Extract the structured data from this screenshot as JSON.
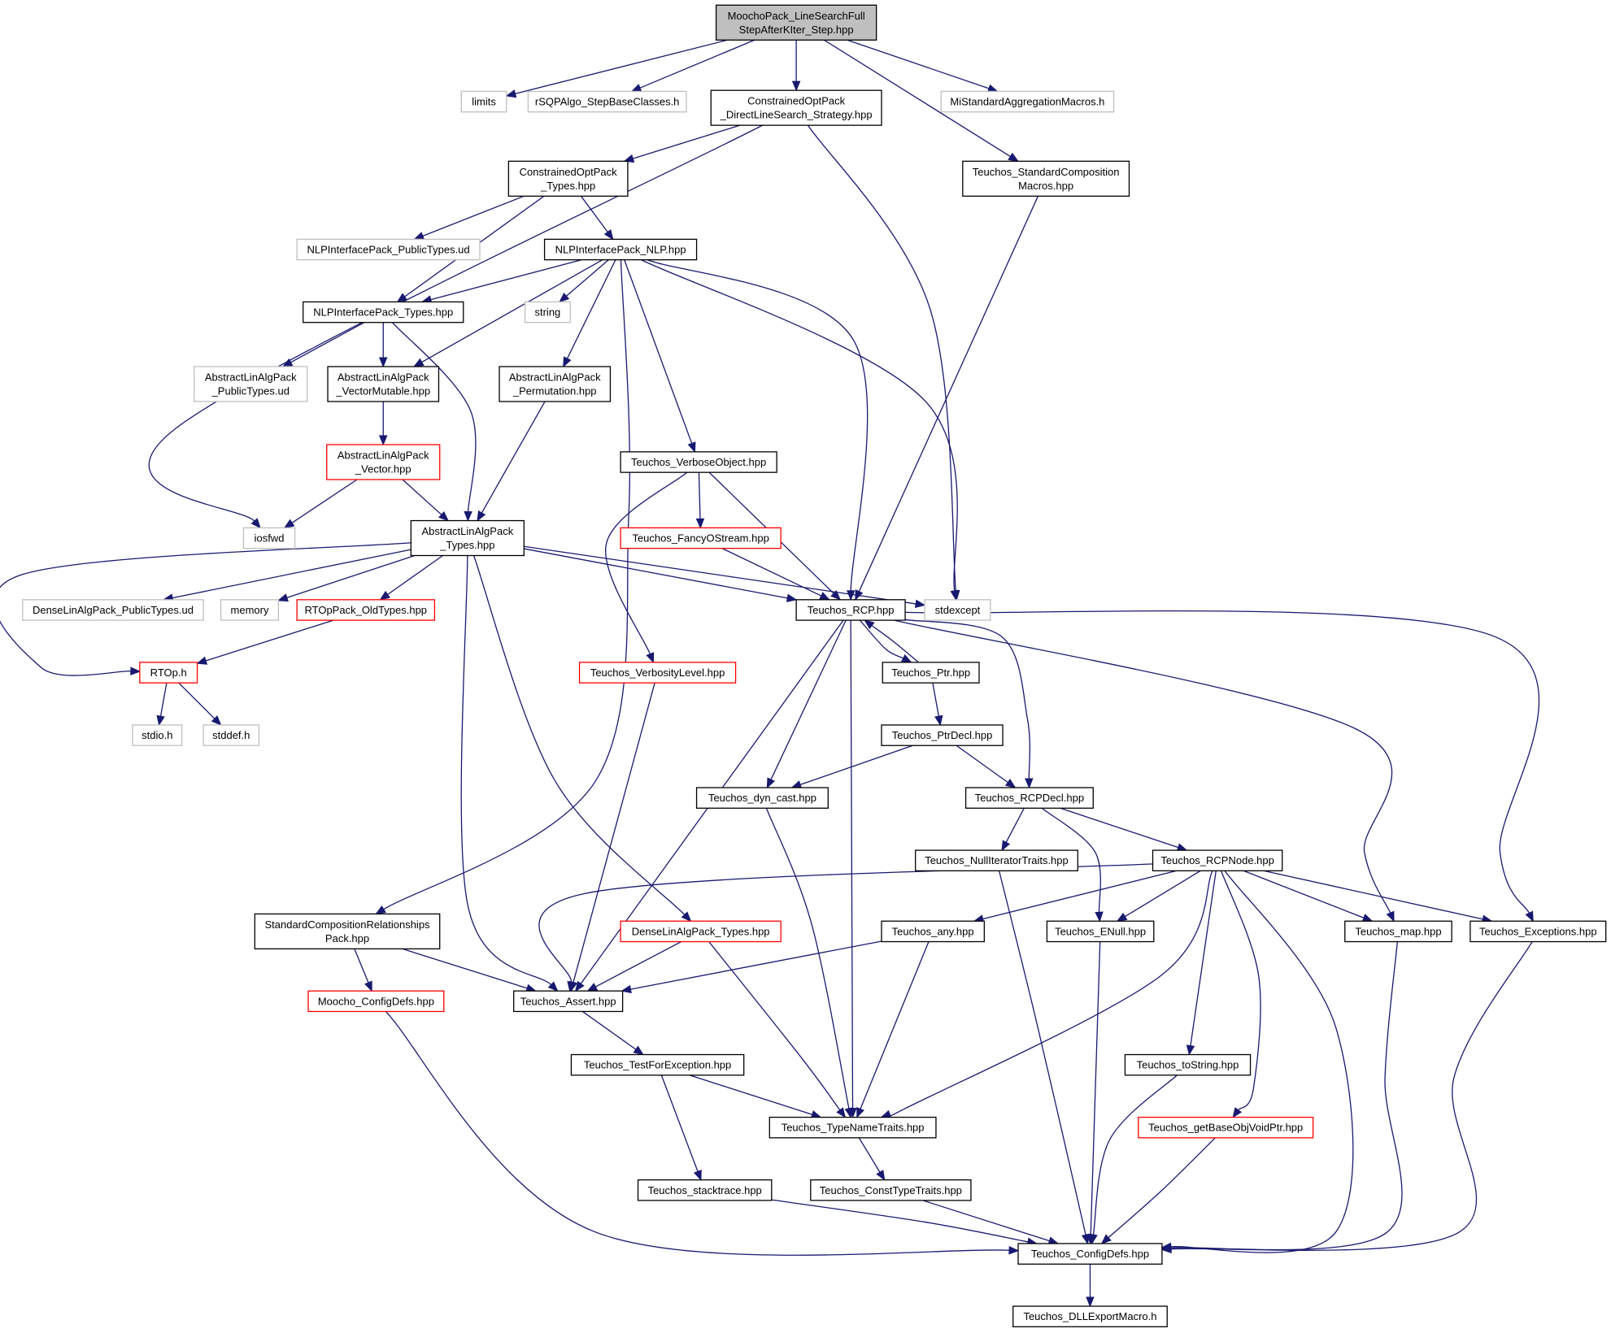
{
  "diagram": {
    "colors": {
      "edge": "#191970",
      "normal_border": "#000000",
      "external_border": "#bfbfbf",
      "truncated_border": "#ff0000",
      "root_fill": "#bfbfbf"
    },
    "nodes": [
      {
        "id": "root",
        "lines": [
          "MoochoPack_LineSearchFull",
          "StepAfterKIter_Step.hpp"
        ],
        "kind": "root"
      },
      {
        "id": "limits",
        "lines": [
          "limits"
        ],
        "kind": "external"
      },
      {
        "id": "rsqp",
        "lines": [
          "rSQPAlgo_StepBaseClasses.h"
        ],
        "kind": "external"
      },
      {
        "id": "codls",
        "lines": [
          "ConstrainedOptPack",
          "_DirectLineSearch_Strategy.hpp"
        ],
        "kind": "normal"
      },
      {
        "id": "mistd",
        "lines": [
          "MiStandardAggregationMacros.h"
        ],
        "kind": "external"
      },
      {
        "id": "teuscm",
        "lines": [
          "Teuchos_StandardComposition",
          "Macros.hpp"
        ],
        "kind": "normal"
      },
      {
        "id": "cotypes",
        "lines": [
          "ConstrainedOptPack",
          "_Types.hpp"
        ],
        "kind": "normal"
      },
      {
        "id": "nlpud",
        "lines": [
          "NLPInterfacePack_PublicTypes.ud"
        ],
        "kind": "external"
      },
      {
        "id": "nlpnlp",
        "lines": [
          "NLPInterfacePack_NLP.hpp"
        ],
        "kind": "normal"
      },
      {
        "id": "nlptypes",
        "lines": [
          "NLPInterfacePack_Types.hpp"
        ],
        "kind": "normal"
      },
      {
        "id": "string",
        "lines": [
          "string"
        ],
        "kind": "external"
      },
      {
        "id": "alaud",
        "lines": [
          "AbstractLinAlgPack",
          "_PublicTypes.ud"
        ],
        "kind": "external"
      },
      {
        "id": "alavm",
        "lines": [
          "AbstractLinAlgPack",
          "_VectorMutable.hpp"
        ],
        "kind": "normal"
      },
      {
        "id": "alaperm",
        "lines": [
          "AbstractLinAlgPack",
          "_Permutation.hpp"
        ],
        "kind": "normal"
      },
      {
        "id": "alavec",
        "lines": [
          "AbstractLinAlgPack",
          "_Vector.hpp"
        ],
        "kind": "truncated"
      },
      {
        "id": "verbobj",
        "lines": [
          "Teuchos_VerboseObject.hpp"
        ],
        "kind": "normal"
      },
      {
        "id": "iosfwd",
        "lines": [
          "iosfwd"
        ],
        "kind": "external"
      },
      {
        "id": "alatypes",
        "lines": [
          "AbstractLinAlgPack",
          "_Types.hpp"
        ],
        "kind": "normal"
      },
      {
        "id": "fancy",
        "lines": [
          "Teuchos_FancyOStream.hpp"
        ],
        "kind": "truncated"
      },
      {
        "id": "dlaud",
        "lines": [
          "DenseLinAlgPack_PublicTypes.ud"
        ],
        "kind": "external"
      },
      {
        "id": "memory",
        "lines": [
          "memory"
        ],
        "kind": "external"
      },
      {
        "id": "rtopold",
        "lines": [
          "RTOpPack_OldTypes.hpp"
        ],
        "kind": "truncated"
      },
      {
        "id": "rcp",
        "lines": [
          "Teuchos_RCP.hpp"
        ],
        "kind": "normal"
      },
      {
        "id": "stdexcept",
        "lines": [
          "stdexcept"
        ],
        "kind": "external"
      },
      {
        "id": "rtoph",
        "lines": [
          "RTOp.h"
        ],
        "kind": "truncated"
      },
      {
        "id": "verblvl",
        "lines": [
          "Teuchos_VerbosityLevel.hpp"
        ],
        "kind": "truncated"
      },
      {
        "id": "ptr",
        "lines": [
          "Teuchos_Ptr.hpp"
        ],
        "kind": "normal"
      },
      {
        "id": "stdio",
        "lines": [
          "stdio.h"
        ],
        "kind": "external"
      },
      {
        "id": "stddef",
        "lines": [
          "stddef.h"
        ],
        "kind": "external"
      },
      {
        "id": "ptrdecl",
        "lines": [
          "Teuchos_PtrDecl.hpp"
        ],
        "kind": "normal"
      },
      {
        "id": "dyncast",
        "lines": [
          "Teuchos_dyn_cast.hpp"
        ],
        "kind": "normal"
      },
      {
        "id": "rcpdecl",
        "lines": [
          "Teuchos_RCPDecl.hpp"
        ],
        "kind": "normal"
      },
      {
        "id": "nullit",
        "lines": [
          "Teuchos_NullIteratorTraits.hpp"
        ],
        "kind": "normal"
      },
      {
        "id": "rcpnode",
        "lines": [
          "Teuchos_RCPNode.hpp"
        ],
        "kind": "normal"
      },
      {
        "id": "scrp",
        "lines": [
          "StandardCompositionRelationships",
          "Pack.hpp"
        ],
        "kind": "normal"
      },
      {
        "id": "dlatypes",
        "lines": [
          "DenseLinAlgPack_Types.hpp"
        ],
        "kind": "truncated"
      },
      {
        "id": "any",
        "lines": [
          "Teuchos_any.hpp"
        ],
        "kind": "normal"
      },
      {
        "id": "enull",
        "lines": [
          "Teuchos_ENull.hpp"
        ],
        "kind": "normal"
      },
      {
        "id": "map",
        "lines": [
          "Teuchos_map.hpp"
        ],
        "kind": "normal"
      },
      {
        "id": "exceptions",
        "lines": [
          "Teuchos_Exceptions.hpp"
        ],
        "kind": "normal"
      },
      {
        "id": "moochocfg",
        "lines": [
          "Moocho_ConfigDefs.hpp"
        ],
        "kind": "truncated"
      },
      {
        "id": "assert",
        "lines": [
          "Teuchos_Assert.hpp"
        ],
        "kind": "normal"
      },
      {
        "id": "testexc",
        "lines": [
          "Teuchos_TestForException.hpp"
        ],
        "kind": "normal"
      },
      {
        "id": "tostring",
        "lines": [
          "Teuchos_toString.hpp"
        ],
        "kind": "normal"
      },
      {
        "id": "typename",
        "lines": [
          "Teuchos_TypeNameTraits.hpp"
        ],
        "kind": "normal"
      },
      {
        "id": "getbase",
        "lines": [
          "Teuchos_getBaseObjVoidPtr.hpp"
        ],
        "kind": "truncated"
      },
      {
        "id": "stacktrace",
        "lines": [
          "Teuchos_stacktrace.hpp"
        ],
        "kind": "normal"
      },
      {
        "id": "consttype",
        "lines": [
          "Teuchos_ConstTypeTraits.hpp"
        ],
        "kind": "normal"
      },
      {
        "id": "configdefs",
        "lines": [
          "Teuchos_ConfigDefs.hpp"
        ],
        "kind": "normal"
      },
      {
        "id": "dllexport",
        "lines": [
          "Teuchos_DLLExportMacro.h"
        ],
        "kind": "normal"
      }
    ],
    "edges": [
      [
        "root",
        "limits"
      ],
      [
        "root",
        "rsqp"
      ],
      [
        "root",
        "codls"
      ],
      [
        "root",
        "mistd"
      ],
      [
        "root",
        "teuscm"
      ],
      [
        "codls",
        "cotypes"
      ],
      [
        "codls",
        "iosfwd"
      ],
      [
        "codls",
        "stdexcept"
      ],
      [
        "teuscm",
        "rcp"
      ],
      [
        "cotypes",
        "nlpud"
      ],
      [
        "cotypes",
        "nlpnlp"
      ],
      [
        "cotypes",
        "nlptypes"
      ],
      [
        "nlpnlp",
        "nlptypes"
      ],
      [
        "nlpnlp",
        "string"
      ],
      [
        "nlpnlp",
        "alavm"
      ],
      [
        "nlpnlp",
        "alaperm"
      ],
      [
        "nlpnlp",
        "verbobj"
      ],
      [
        "nlpnlp",
        "rcp"
      ],
      [
        "nlpnlp",
        "stdexcept"
      ],
      [
        "nlpnlp",
        "scrp"
      ],
      [
        "nlptypes",
        "alaud"
      ],
      [
        "nlptypes",
        "alavm"
      ],
      [
        "nlptypes",
        "alatypes"
      ],
      [
        "alavm",
        "alavec"
      ],
      [
        "alaperm",
        "alatypes"
      ],
      [
        "alavec",
        "iosfwd"
      ],
      [
        "alavec",
        "alatypes"
      ],
      [
        "verbobj",
        "fancy"
      ],
      [
        "verbobj",
        "verblvl"
      ],
      [
        "verbobj",
        "rcp"
      ],
      [
        "fancy",
        "rcp"
      ],
      [
        "alatypes",
        "dlaud"
      ],
      [
        "alatypes",
        "memory"
      ],
      [
        "alatypes",
        "rtopold"
      ],
      [
        "alatypes",
        "rtoph"
      ],
      [
        "alatypes",
        "rcp"
      ],
      [
        "alatypes",
        "stdexcept"
      ],
      [
        "alatypes",
        "dlatypes"
      ],
      [
        "alatypes",
        "assert"
      ],
      [
        "rtopold",
        "rtoph"
      ],
      [
        "rtoph",
        "stdio"
      ],
      [
        "rtoph",
        "stddef"
      ],
      [
        "rcp",
        "ptr"
      ],
      [
        "rcp",
        "dyncast"
      ],
      [
        "rcp",
        "rcpdecl"
      ],
      [
        "rcp",
        "assert"
      ],
      [
        "rcp",
        "typename"
      ],
      [
        "rcp",
        "map"
      ],
      [
        "rcp",
        "exceptions"
      ],
      [
        "ptr",
        "rcp"
      ],
      [
        "ptr",
        "ptrdecl"
      ],
      [
        "ptrdecl",
        "dyncast"
      ],
      [
        "ptrdecl",
        "rcpdecl"
      ],
      [
        "verblvl",
        "assert"
      ],
      [
        "dyncast",
        "typename"
      ],
      [
        "rcpdecl",
        "nullit"
      ],
      [
        "rcpdecl",
        "enull"
      ],
      [
        "rcpdecl",
        "rcpnode"
      ],
      [
        "nullit",
        "configdefs"
      ],
      [
        "rcpnode",
        "assert"
      ],
      [
        "rcpnode",
        "any"
      ],
      [
        "rcpnode",
        "enull"
      ],
      [
        "rcpnode",
        "map"
      ],
      [
        "rcpnode",
        "exceptions"
      ],
      [
        "rcpnode",
        "typename"
      ],
      [
        "rcpnode",
        "tostring"
      ],
      [
        "rcpnode",
        "getbase"
      ],
      [
        "rcpnode",
        "configdefs"
      ],
      [
        "scrp",
        "moochocfg"
      ],
      [
        "scrp",
        "assert"
      ],
      [
        "dlatypes",
        "assert"
      ],
      [
        "dlatypes",
        "typename"
      ],
      [
        "any",
        "assert"
      ],
      [
        "any",
        "typename"
      ],
      [
        "enull",
        "configdefs"
      ],
      [
        "map",
        "configdefs"
      ],
      [
        "exceptions",
        "configdefs"
      ],
      [
        "moochocfg",
        "configdefs"
      ],
      [
        "assert",
        "testexc"
      ],
      [
        "testexc",
        "typename"
      ],
      [
        "testexc",
        "stacktrace"
      ],
      [
        "tostring",
        "configdefs"
      ],
      [
        "typename",
        "consttype"
      ],
      [
        "getbase",
        "configdefs"
      ],
      [
        "stacktrace",
        "configdefs"
      ],
      [
        "consttype",
        "configdefs"
      ],
      [
        "configdefs",
        "dllexport"
      ]
    ]
  }
}
